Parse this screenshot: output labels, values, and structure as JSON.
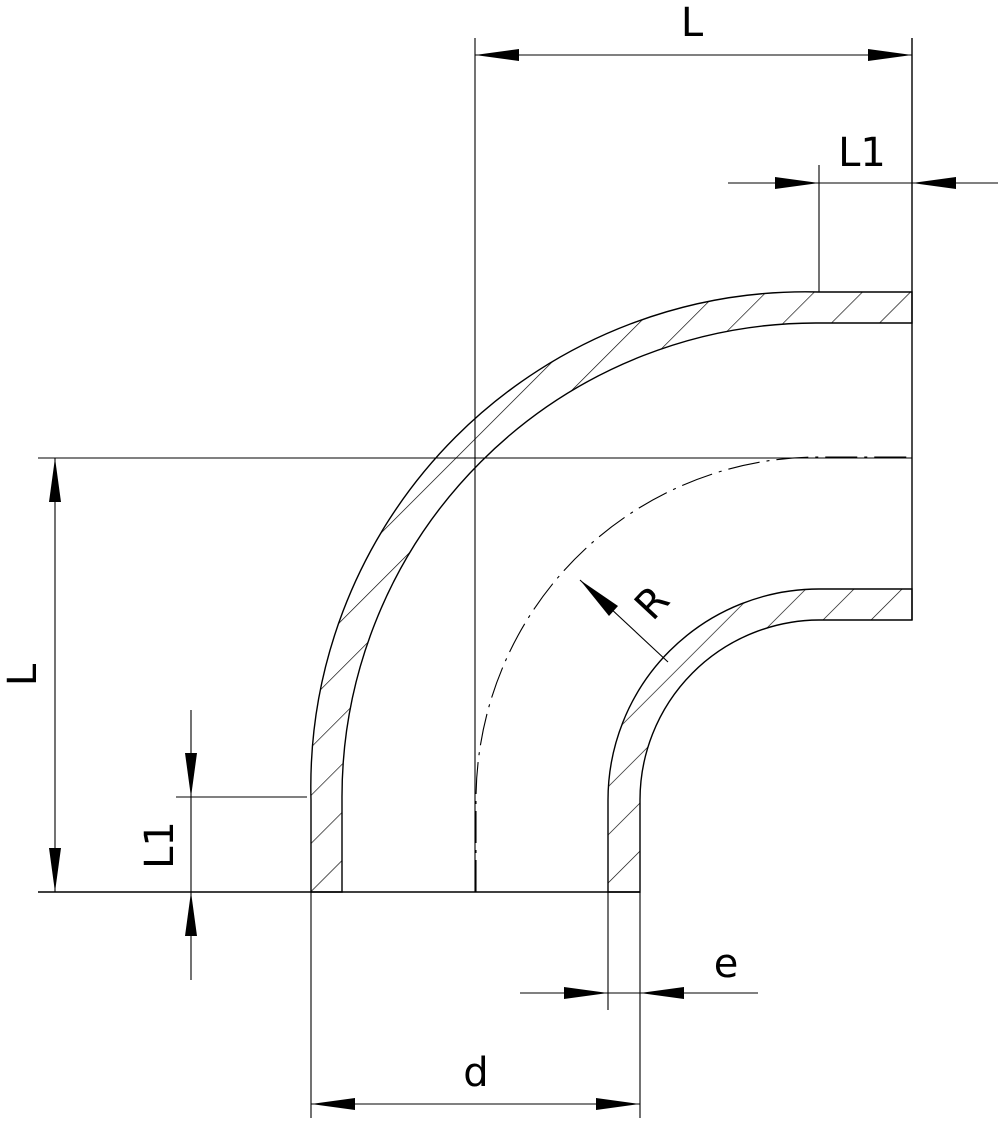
{
  "drawing": {
    "dimension_labels": {
      "length_horizontal": "L",
      "end_length_horizontal": "L1",
      "length_vertical": "L",
      "end_length_vertical": "L1",
      "bend_radius": "R",
      "wall_thickness": "e",
      "outer_diameter": "d"
    }
  }
}
